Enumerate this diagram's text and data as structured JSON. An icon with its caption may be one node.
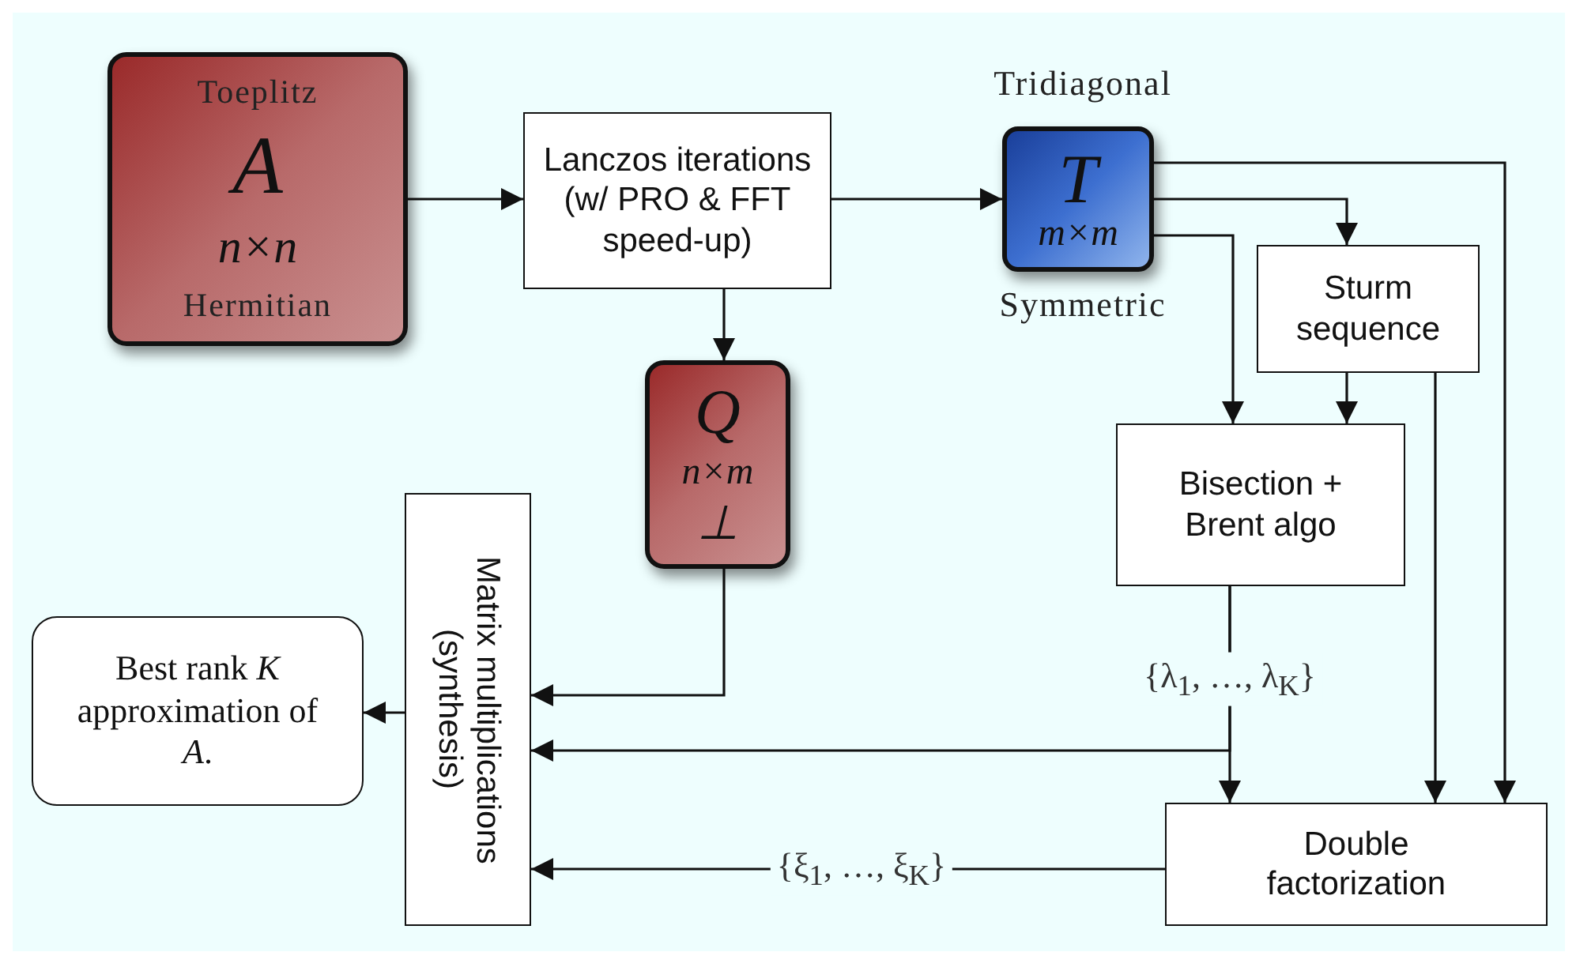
{
  "diagram": {
    "nodes": [
      {
        "text": [
          "Toeplitz",
          "A",
          "n×n",
          "Hermitian"
        ]
      },
      {
        "text": [
          "Lanczos iterations (w/ PRO & FFT speed-up)"
        ]
      },
      {
        "text": [
          "T",
          "m×m"
        ],
        "beside": [
          "Tridiagonal",
          "Symmetric"
        ]
      },
      {
        "text": [
          "Q",
          "n×m",
          "⊥"
        ]
      },
      {
        "text": [
          "Sturm sequence"
        ]
      },
      {
        "text": [
          "Bisection + Brent algo"
        ]
      },
      {
        "text": [
          "Matrix multiplications (synthesis)"
        ]
      },
      {
        "text": [
          "Best rank *K* approximation of *A*."
        ]
      },
      {
        "text": [
          "Double factorization"
        ]
      }
    ],
    "edges": [
      {
        "from": 0,
        "to": 1,
        "arrow": "to"
      },
      {
        "from": 1,
        "to": 2,
        "arrow": "to"
      },
      {
        "from": 1,
        "to": 3,
        "arrow": "to"
      },
      {
        "from": 2,
        "to": 8,
        "arrow": "to"
      },
      {
        "from": 2,
        "to": 4,
        "arrow": "to"
      },
      {
        "from": 2,
        "to": 5,
        "arrow": "to"
      },
      {
        "from": 4,
        "to": 5,
        "arrow": "to"
      },
      {
        "from": 4,
        "to": 8,
        "arrow": "to"
      },
      {
        "from": 5,
        "to": 8,
        "arrow": "to",
        "label": "{λ$_{1}$, …, λ$_{K}$}"
      },
      {
        "from": 5,
        "to": 6,
        "arrow": "to"
      },
      {
        "from": 3,
        "to": 6,
        "arrow": "to"
      },
      {
        "from": 8,
        "to": 6,
        "arrow": "to",
        "label": "{ξ$_{1}$, …, ξ$_{K}$}"
      },
      {
        "from": 6,
        "to": 7,
        "arrow": "to"
      }
    ]
  }
}
